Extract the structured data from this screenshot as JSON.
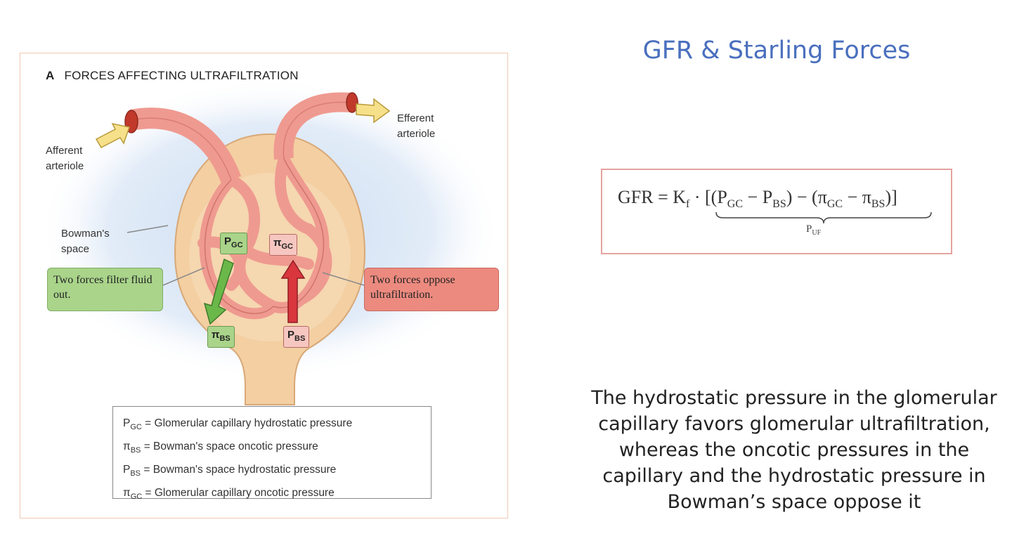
{
  "slide": {
    "title": "GFR & Starling Forces",
    "description": "The hydrostatic pressure in the glomerular capillary favors glomerular ultrafiltration, whereas the oncotic pressures in the capillary and the hydrostatic pressure in Bowman’s space oppose it"
  },
  "figure": {
    "panel_letter": "A",
    "panel_title": "FORCES AFFECTING ULTRAFILTRATION",
    "afferent_label_1": "Afferent",
    "afferent_label_2": "arteriole",
    "efferent_label_1": "Efferent",
    "efferent_label_2": "arteriole",
    "bowman_label_1": "Bowman's",
    "bowman_label_2": "space",
    "filter_callout": "Two forces filter fluid out.",
    "oppose_callout": "Two forces oppose ultrafiltration.",
    "badges": {
      "pgc_main": "P",
      "pgc_sub": "GC",
      "pigc_main": "π",
      "pigc_sub": "GC",
      "pibs_main": "π",
      "pibs_sub": "BS",
      "pbs_main": "P",
      "pbs_sub": "BS"
    },
    "legend": [
      {
        "sym": "P",
        "sub": "GC",
        "text": " = Glomerular capillary hydrostatic pressure"
      },
      {
        "sym": "π",
        "sub": "BS",
        "text": " = Bowman's space oncotic pressure"
      },
      {
        "sym": "P",
        "sub": "BS",
        "text": " = Bowman's space hydrostatic pressure"
      },
      {
        "sym": "π",
        "sub": "GC",
        "text": " = Glomerular capillary oncotic pressure"
      }
    ],
    "colors": {
      "capillary": "#ef9a90",
      "capsule": "#f3cfa2",
      "halo": "#c9dcf2",
      "green_arrow": "#6bb84a",
      "red_arrow": "#d9363e",
      "yellow_arrow": "#f7e08a"
    }
  },
  "equation": {
    "lhs": "GFR = K",
    "kf_sub": "f",
    "dot": " · [(P",
    "pgc_sub": "GC",
    "minus1": " − P",
    "pbs_sub": "BS",
    "mid": ") − (π",
    "pigc_sub": "GC",
    "minus2": " − π",
    "pibs_sub": "BS",
    "end": ")]",
    "brace_main": "P",
    "brace_sub": "UF"
  }
}
